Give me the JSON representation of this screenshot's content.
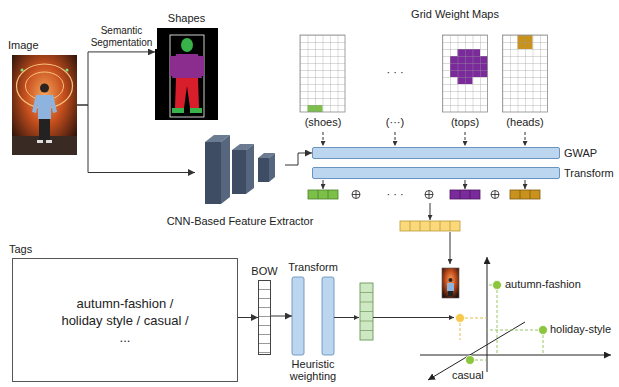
{
  "diagram": {
    "nodes": [
      {
        "text": [
          "Image"
        ]
      },
      {
        "text": [
          "Shapes"
        ]
      },
      {
        "text": [
          "CNN-Based Feature Extractor"
        ]
      },
      {
        "text": [
          "GWAP"
        ]
      },
      {
        "text": [
          "Transform"
        ]
      },
      {
        "text": [
          "Tags",
          "autumn-fashion / holiday style / casual / ..."
        ]
      },
      {
        "text": [
          "BOW"
        ]
      },
      {
        "text": [
          "Transform",
          "Heuristic weighting"
        ]
      }
    ],
    "edges": [
      {
        "from": 0,
        "to": 1,
        "label": "Semantic Segmentation",
        "arrow": "to"
      },
      {
        "from": 0,
        "to": 2,
        "arrow": "to"
      },
      {
        "from": 2,
        "to": 3,
        "arrow": "to"
      },
      {
        "from": 5,
        "to": 6,
        "arrow": "to"
      },
      {
        "from": 6,
        "to": 7,
        "arrow": "to"
      }
    ],
    "labels": [
      "Grid Weight Maps",
      "· · ·",
      "(shoes)",
      "(···)",
      "(tops)",
      "(heads)",
      "· · ·",
      "autumn-fashion",
      "holiday-style",
      "casual"
    ]
  }
}
